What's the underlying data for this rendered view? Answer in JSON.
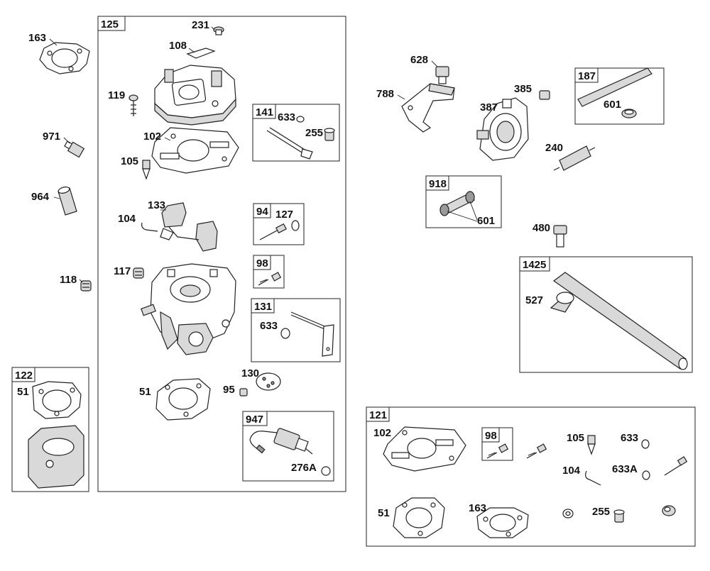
{
  "groups": {
    "g125": "125",
    "g141": "141",
    "g94": "94",
    "g98a": "98",
    "g131": "131",
    "g947": "947",
    "g122": "122",
    "g187": "187",
    "g918": "918",
    "g1425": "1425",
    "g121": "121",
    "g98b": "98"
  },
  "labels": {
    "p163a": "163",
    "p971": "971",
    "p964": "964",
    "p118": "118",
    "p231": "231",
    "p108": "108",
    "p119": "119",
    "p102a": "102",
    "p105a": "105",
    "p633a": "633",
    "p255a": "255",
    "p133": "133",
    "p104a": "104",
    "p127": "127",
    "p117": "117",
    "p633b": "633",
    "p51a": "51",
    "p95": "95",
    "p130": "130",
    "p276A": "276A",
    "p51b": "51",
    "p628": "628",
    "p788": "788",
    "p385": "385",
    "p387": "387",
    "p601a": "601",
    "p240": "240",
    "p601b": "601",
    "p480": "480",
    "p527": "527",
    "p102b": "102",
    "p105b": "105",
    "p633c": "633",
    "p104b": "104",
    "p633A": "633A",
    "p51c": "51",
    "p163b": "163",
    "p255b": "255"
  }
}
